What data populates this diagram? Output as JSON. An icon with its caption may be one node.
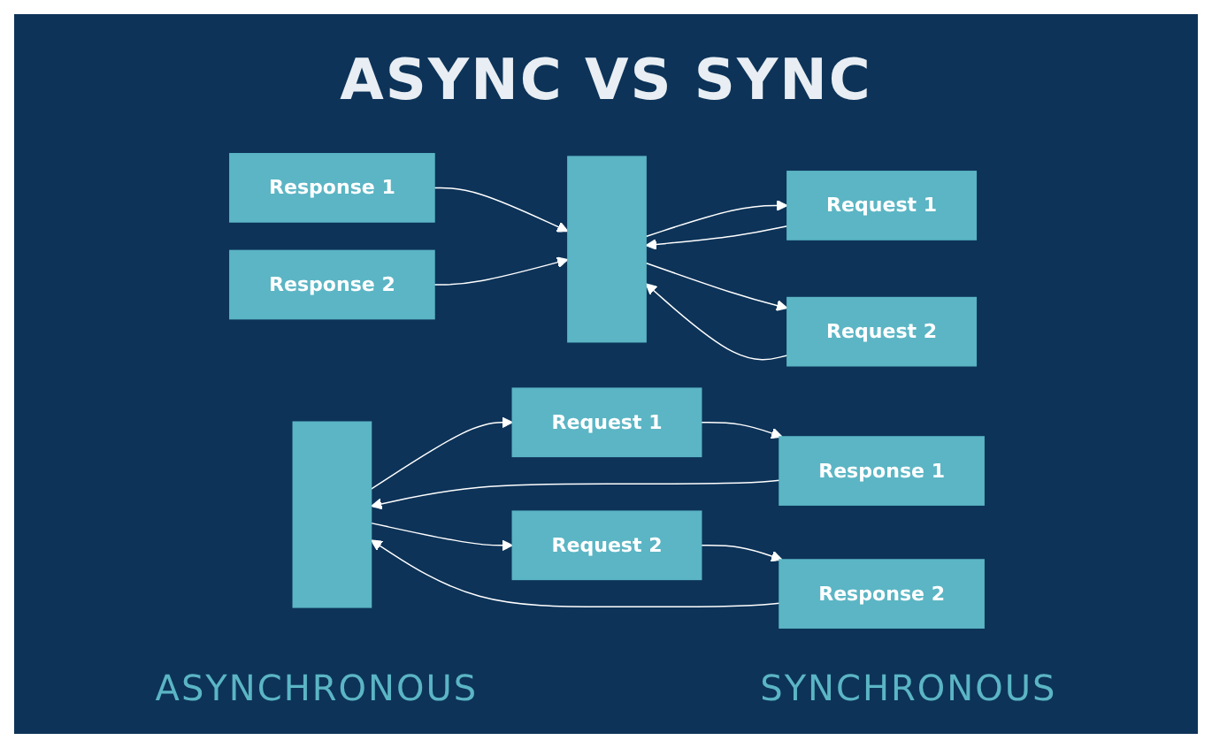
{
  "diagram": {
    "title": "ASYNC VS SYNC",
    "nodes": [
      {
        "text": [],
        "shape": "bar"
      },
      {
        "text": [
          "Request 1"
        ]
      },
      {
        "text": [
          "Request 2"
        ]
      },
      {
        "text": [
          "Response 1"
        ]
      },
      {
        "text": [
          "Response 2"
        ]
      },
      {
        "text": [],
        "shape": "bar"
      },
      {
        "text": [
          "Request 1"
        ]
      },
      {
        "text": [
          "Response 1"
        ]
      },
      {
        "text": [
          "Request 2"
        ]
      },
      {
        "text": [
          "Response 2"
        ]
      }
    ],
    "edges": [
      {
        "from": 0,
        "to": 1,
        "arrow": "to"
      },
      {
        "from": 1,
        "to": 0,
        "arrow": "to"
      },
      {
        "from": 0,
        "to": 2,
        "arrow": "to"
      },
      {
        "from": 2,
        "to": 0,
        "arrow": "to"
      },
      {
        "from": 3,
        "to": 0,
        "arrow": "to"
      },
      {
        "from": 4,
        "to": 0,
        "arrow": "to"
      },
      {
        "from": 5,
        "to": 6,
        "arrow": "to"
      },
      {
        "from": 6,
        "to": 7,
        "arrow": "to"
      },
      {
        "from": 7,
        "to": 5,
        "arrow": "to"
      },
      {
        "from": 5,
        "to": 8,
        "arrow": "to"
      },
      {
        "from": 8,
        "to": 9,
        "arrow": "to"
      },
      {
        "from": 9,
        "to": 5,
        "arrow": "to"
      }
    ],
    "labels": [
      "ASYNCHRONOUS",
      "SYNCHRONOUS"
    ]
  }
}
